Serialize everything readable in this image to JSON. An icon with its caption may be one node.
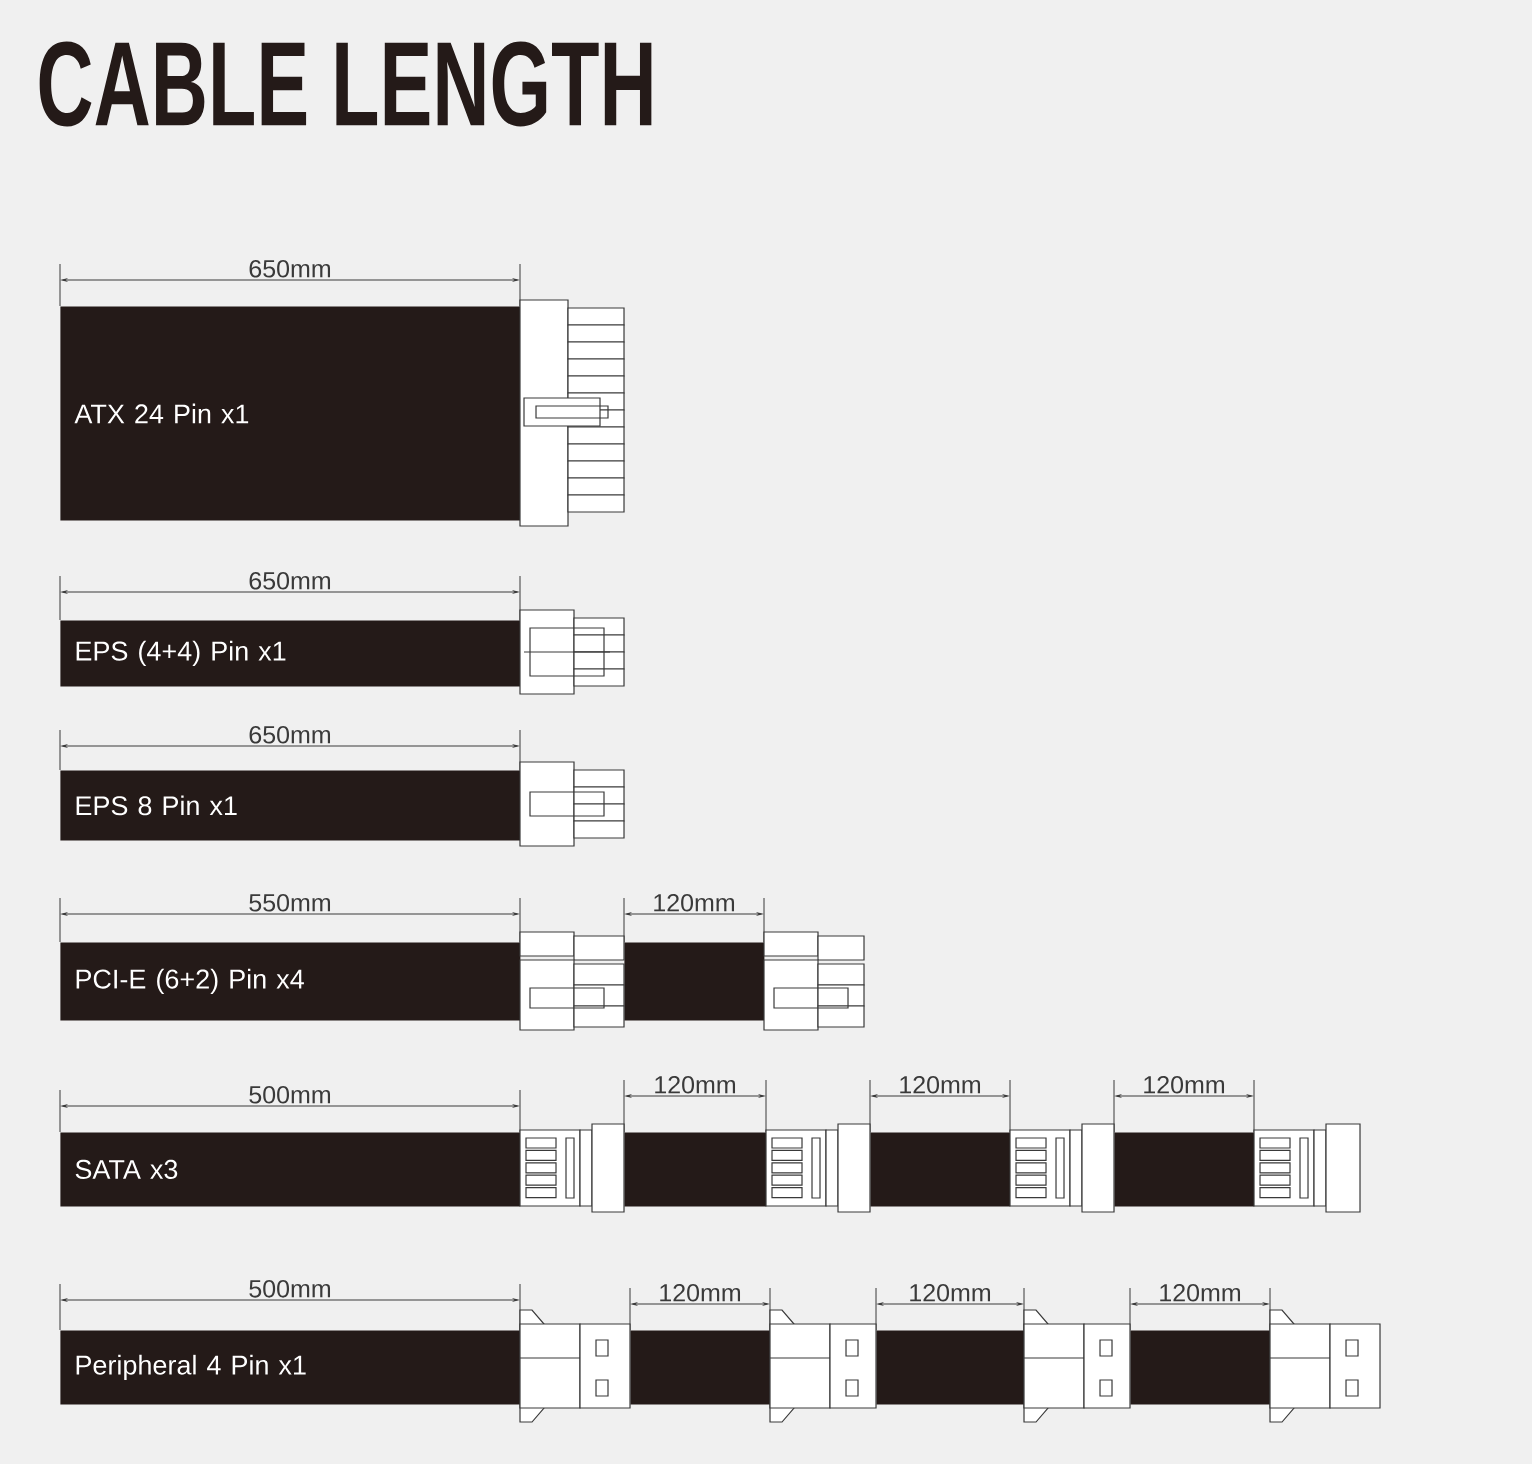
{
  "diagram": {
    "title": "CABLE LENGTH",
    "nodes": [
      {
        "text": [
          "ATX 24 Pin x1"
        ]
      },
      {
        "text": [
          "EPS (4+4) Pin x1"
        ]
      },
      {
        "text": [
          "EPS 8 Pin x1"
        ]
      },
      {
        "text": [
          "PCI-E (6+2) Pin x4"
        ]
      },
      {
        "text": [],
        "shape": "bar"
      },
      {
        "text": [
          "SATA x3"
        ]
      },
      {
        "text": [],
        "shape": "bar"
      },
      {
        "text": [],
        "shape": "bar"
      },
      {
        "text": [],
        "shape": "bar"
      },
      {
        "text": [
          "Peripheral 4 Pin x1"
        ]
      },
      {
        "text": [],
        "shape": "bar"
      },
      {
        "text": [],
        "shape": "bar"
      },
      {
        "text": [],
        "shape": "bar"
      }
    ],
    "labels": [
      "650mm",
      "650mm",
      "650mm",
      "550mm",
      "120mm",
      "500mm",
      "120mm",
      "120mm",
      "120mm",
      "500mm",
      "120mm",
      "120mm",
      "120mm"
    ]
  }
}
